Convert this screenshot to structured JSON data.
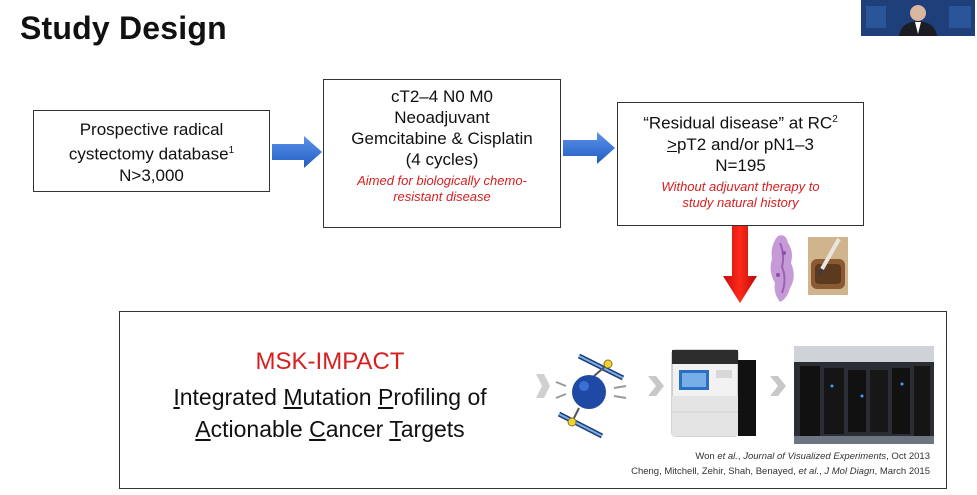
{
  "slide": {
    "title": "Study Design",
    "box1": {
      "line1": "Prospective radical",
      "line2": "cystectomy database",
      "sup": "1",
      "line3": "N>3,000"
    },
    "box2": {
      "line1": "cT2–4 N0 M0",
      "line2": "Neoadjuvant",
      "line3": "Gemcitabine & Cisplatin",
      "line4": "(4 cycles)",
      "note1": "Aimed for biologically chemo-",
      "note2": "resistant disease"
    },
    "box3": {
      "line1": "“Residual disease” at RC",
      "sup": "2",
      "line2_prefix": ">",
      "line2_rest": "pT2 and/or pN1–3",
      "line3": "N=195",
      "note1": "Without adjuvant therapy to",
      "note2": "study natural history"
    },
    "impact": {
      "title": "MSK-IMPACT",
      "w1a": "I",
      "w1b": "ntegrated ",
      "w2a": "M",
      "w2b": "utation ",
      "w3a": "P",
      "w3b": "rofiling of",
      "w4a": "A",
      "w4b": "ctionable ",
      "w5a": "C",
      "w5b": "ancer ",
      "w6a": "T",
      "w6b": "argets",
      "cite1_prefix": "Won ",
      "cite1_etal": "et al.",
      "cite1_sep": ", ",
      "cite1_journal": "Journal of Visualized Experiments",
      "cite1_date": ", Oct 2013",
      "cite2_prefix": "Cheng, Mitchell, Zehir, Shah, Benayed, ",
      "cite2_etal": "et al.",
      "cite2_sep": ", ",
      "cite2_journal": "J Mol Diagn",
      "cite2_date": ", March 2015"
    },
    "colors": {
      "accent_red": "#d61f1f",
      "arrow_blue": "#2f6fd6",
      "arrow_red": "#e01010"
    }
  }
}
